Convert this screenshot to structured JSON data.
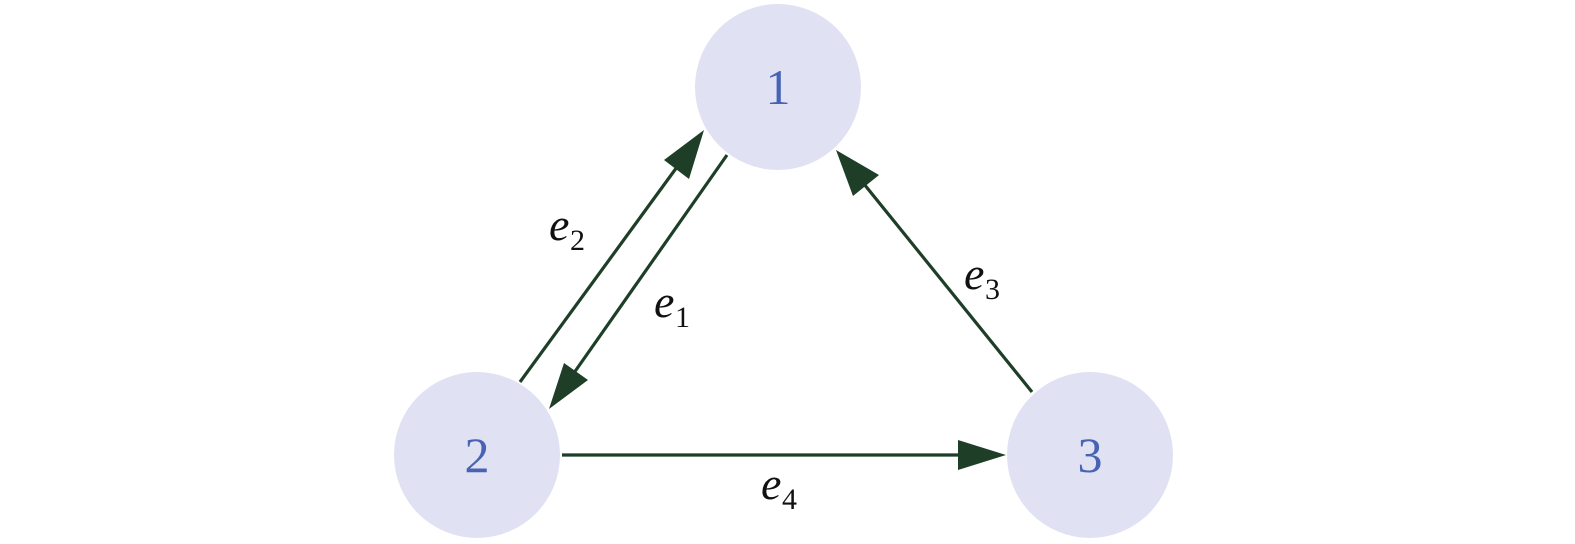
{
  "colors": {
    "node_fill": "#e0e1f3",
    "node_text": "#4764b4",
    "edge": "#1e3e27",
    "label_text": "#111111"
  },
  "nodes": [
    {
      "id": "1",
      "label": "1"
    },
    {
      "id": "2",
      "label": "2"
    },
    {
      "id": "3",
      "label": "3"
    }
  ],
  "edges": [
    {
      "id": "e1",
      "from": "1",
      "to": "2",
      "label_main": "e",
      "label_sub": "1"
    },
    {
      "id": "e2",
      "from": "2",
      "to": "1",
      "label_main": "e",
      "label_sub": "2"
    },
    {
      "id": "e3",
      "from": "3",
      "to": "1",
      "label_main": "e",
      "label_sub": "3"
    },
    {
      "id": "e4",
      "from": "2",
      "to": "3",
      "label_main": "e",
      "label_sub": "4"
    }
  ]
}
